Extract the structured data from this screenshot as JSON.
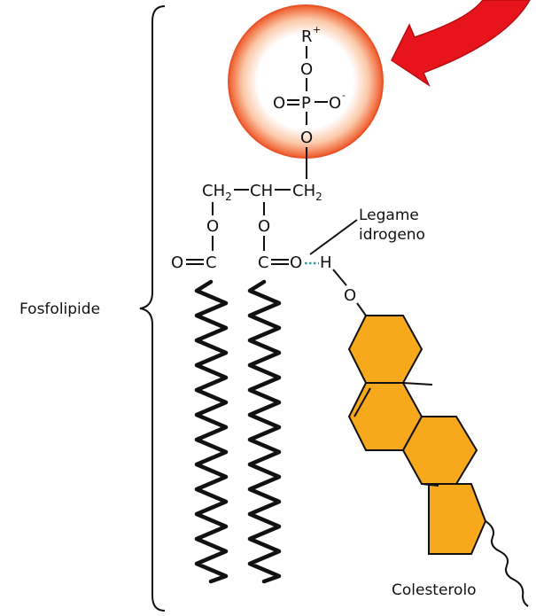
{
  "colors": {
    "head_circle_edge": "#f05a2a",
    "head_circle_center": "#ffffff",
    "arrow": "#e8141c",
    "cholesterol_fill": "#f7a81b",
    "hydrogen_bond": "#2aa198",
    "stroke": "#111111"
  },
  "labels": {
    "phospholipid": "Fosfolipide",
    "hydrogen_bond_line1": "Legame",
    "hydrogen_bond_line2": "idrogeno",
    "cholesterol": "Colesterolo"
  },
  "head_group": {
    "R": "R",
    "R_charge": "+",
    "O_top": "O",
    "O_left": "O",
    "P": "P",
    "O_right": "O",
    "O_right_charge": "-",
    "O_bottom": "O"
  },
  "glycerol": {
    "ch2_left": "CH",
    "ch2_left_sub": "2",
    "ch": "CH",
    "ch2_right": "CH",
    "ch2_right_sub": "2"
  },
  "esters": {
    "ester_O_left": "O",
    "ester_O_right": "O",
    "carbonyl_O_left": "O",
    "carbonyl_C_left": "C",
    "carbonyl_C_right": "C",
    "carbonyl_O_right": "O"
  },
  "cholesterol_group": {
    "H": "H",
    "O": "O"
  },
  "icons": {
    "arrow": "curved-arrow-icon",
    "brace": "curly-brace-icon"
  }
}
